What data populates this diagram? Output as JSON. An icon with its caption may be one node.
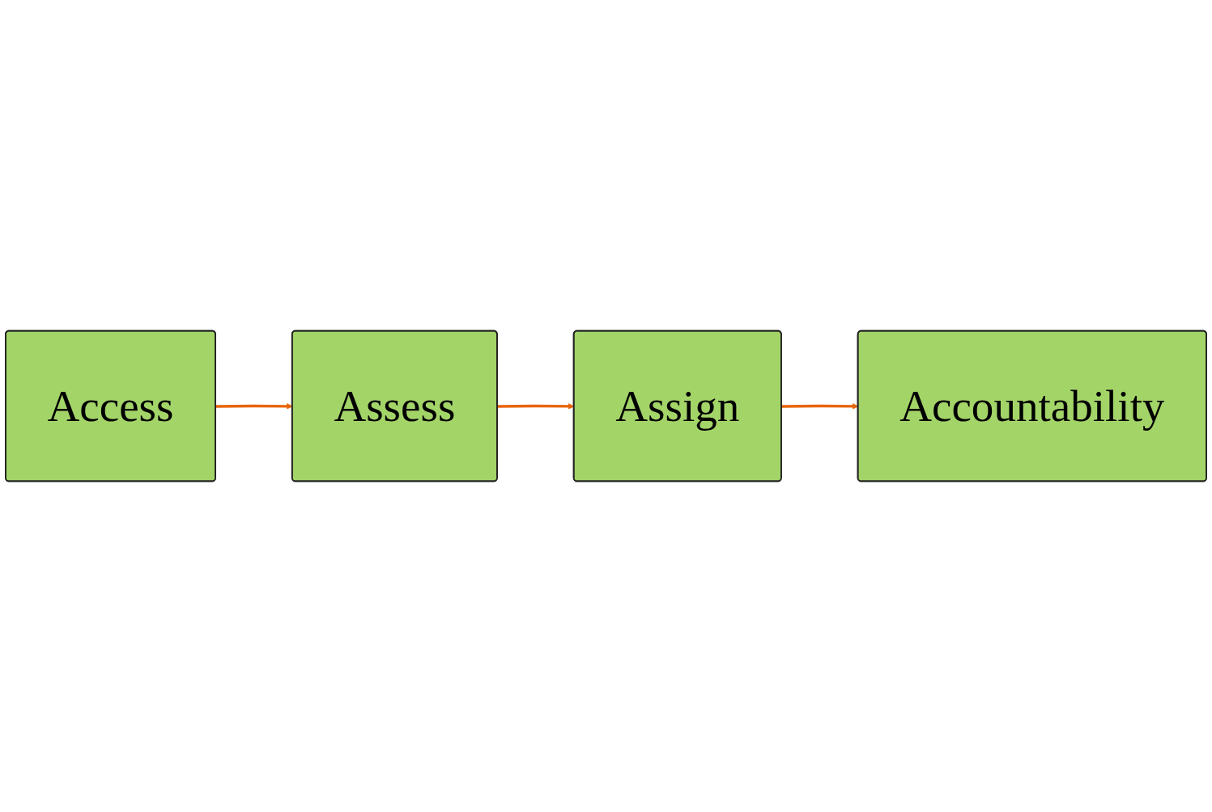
{
  "diagram": {
    "nodes": [
      {
        "text": [
          "Access"
        ]
      },
      {
        "text": [
          "Assess"
        ]
      },
      {
        "text": [
          "Assign"
        ]
      },
      {
        "text": [
          "Accountability"
        ]
      }
    ],
    "edges": [
      {
        "from": 0,
        "to": 1,
        "arrow": "to"
      },
      {
        "from": 1,
        "to": 2,
        "arrow": "to"
      },
      {
        "from": 2,
        "to": 3,
        "arrow": "to"
      }
    ]
  }
}
